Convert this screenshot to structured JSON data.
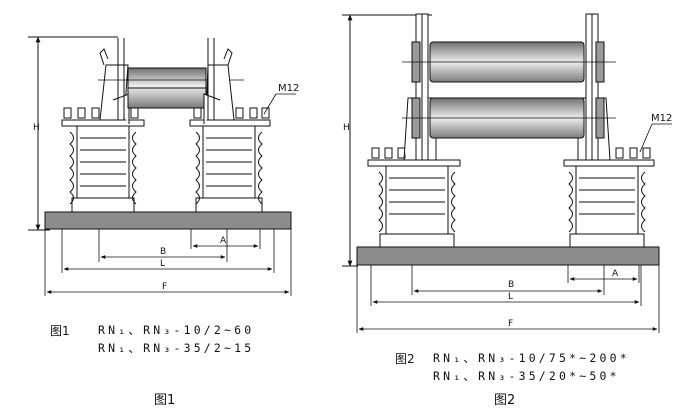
{
  "figure1": {
    "dims": {
      "H": "H",
      "M12": "M12",
      "A": "A",
      "B": "B",
      "L": "L",
      "F": "F"
    },
    "caption_no": "图1",
    "spec_line_1": "RN₁、RN₃-10/2~60",
    "spec_line_2": "RN₁、RN₃-35/2~15",
    "bottom_label": "图1"
  },
  "figure2": {
    "dims": {
      "H": "H",
      "M12": "M12",
      "A": "A",
      "B": "B",
      "L": "L",
      "F": "F"
    },
    "caption_no": "图2",
    "spec_line_1": "RN₁、RN₃-10/75*~200*",
    "spec_line_2": "RN₁、RN₃-35/20*~50*",
    "bottom_label": "图2"
  },
  "colors": {
    "line": "#111111",
    "base": "#8c8c8c",
    "insulator": "#ffffff",
    "fuse_dark": "#6e6e6e",
    "fuse_light": "#e8e8e8"
  }
}
